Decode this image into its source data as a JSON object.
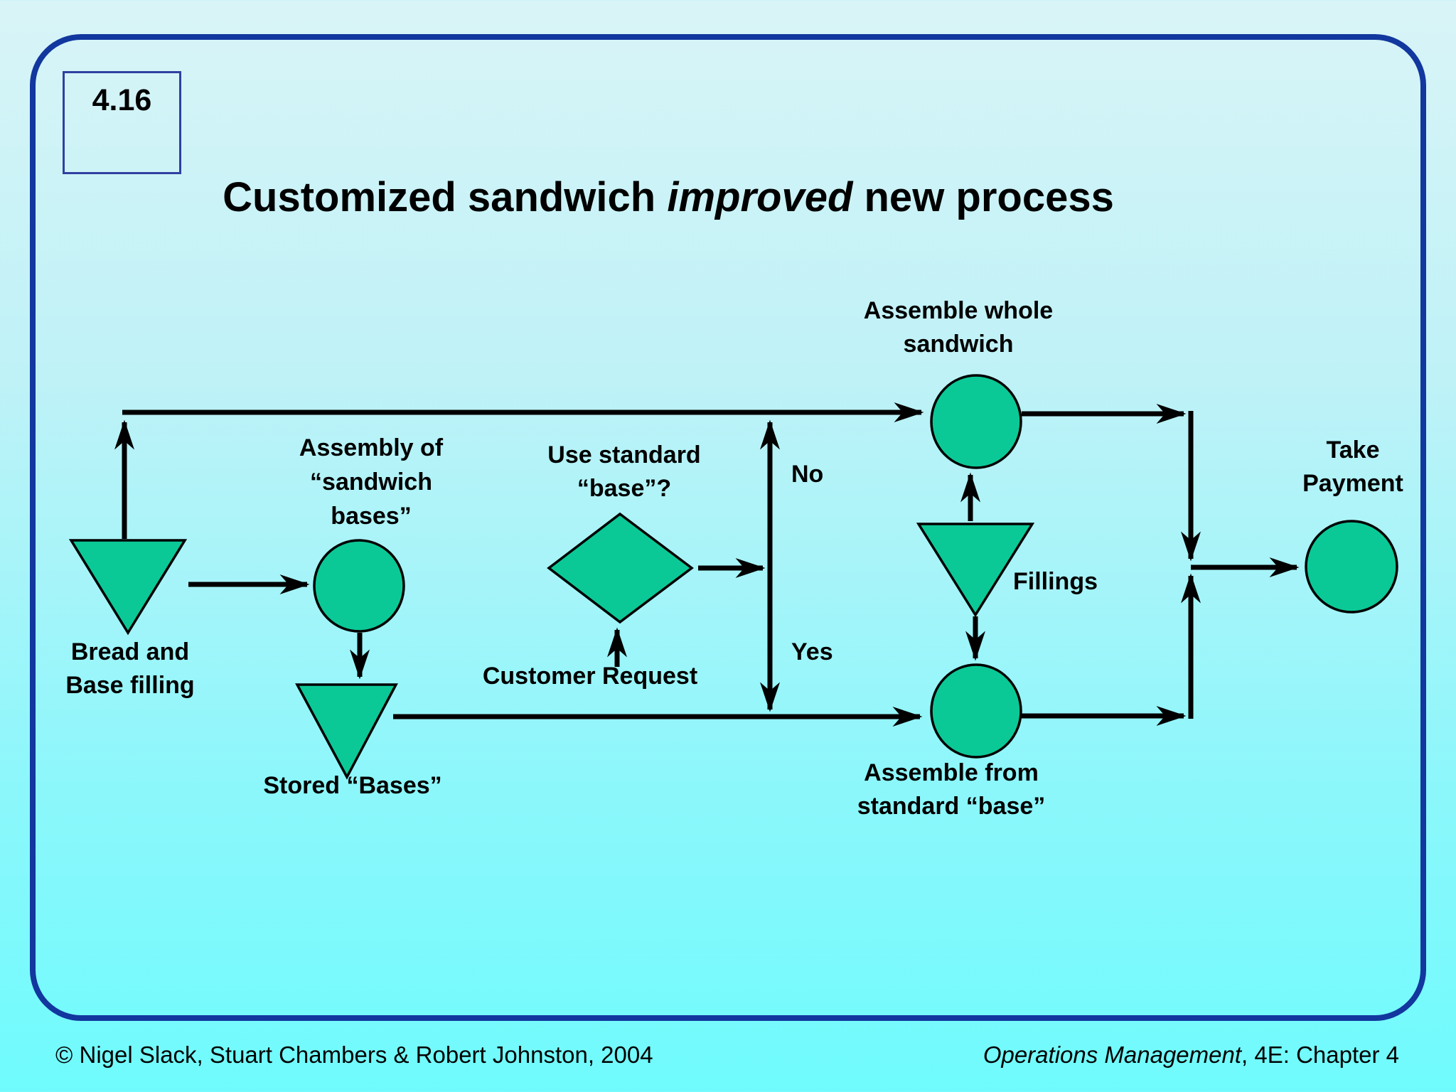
{
  "slide": {
    "number": "4.16",
    "title_pre": "Customized sandwich ",
    "title_italic": "improved",
    "title_post": " new process",
    "footer_left": "© Nigel Slack, Stuart Chambers & Robert Johnston, 2004",
    "footer_right_italic": "Operations Management",
    "footer_right_rest": ", 4E: Chapter 4"
  },
  "labels": {
    "bread": "Bread and\nBase filling",
    "assembly": "Assembly of\n“sandwich\nbases”",
    "stored": "Stored “Bases”",
    "decision": "Use standard\n“base”?",
    "customer": "Customer Request",
    "no": "No",
    "yes": "Yes",
    "assemble_whole": "Assemble whole\nsandwich",
    "fillings": "Fillings",
    "assemble_standard": "Assemble from\nstandard “base”",
    "take_payment": "Take\nPayment"
  },
  "colors": {
    "shape_fill": "#0bc997",
    "border_blue": "#12379e",
    "box_blue": "#3040a0",
    "flow_line": "#000000",
    "background_top": "#d9f4f7",
    "background_bottom": "#6ffbfd"
  }
}
